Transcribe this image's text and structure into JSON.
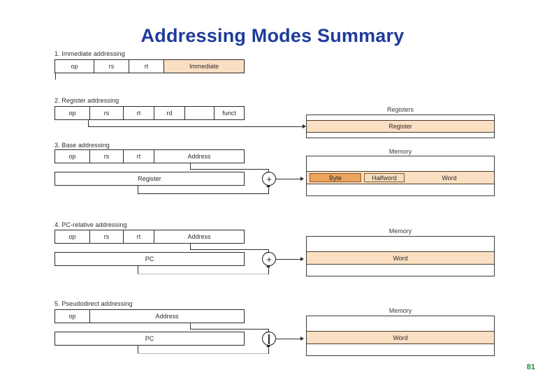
{
  "slide": {
    "title": "Addressing Modes Summary",
    "page_number": "81",
    "title_color": "#1F3C9B",
    "page_number_color": "#1E8E3E",
    "accent_peach": "#FBDFC3",
    "accent_orange": "#EDA45C"
  },
  "modes": [
    {
      "label": "1. Immediate addressing",
      "fields": [
        "op",
        "rs",
        "rt",
        "Immediate"
      ],
      "highlight_field": "Immediate",
      "second_row": null,
      "operator": null,
      "target": null
    },
    {
      "label": "2. Register addressing",
      "fields": [
        "op",
        "rs",
        "rt",
        "rd",
        "",
        "funct"
      ],
      "highlight_field": null,
      "second_row": null,
      "operator": null,
      "target": {
        "title": "Registers",
        "row_label": "Register",
        "chunks": []
      }
    },
    {
      "label": "3. Base addressing",
      "fields": [
        "op",
        "rs",
        "rt",
        "Address"
      ],
      "highlight_field": null,
      "second_row": "Register",
      "operator": "+",
      "target": {
        "title": "Memory",
        "row_label": "Word",
        "chunks": [
          "Byte",
          "Halfword"
        ]
      }
    },
    {
      "label": "4. PC-relative addressing",
      "fields": [
        "op",
        "rs",
        "rt",
        "Address"
      ],
      "highlight_field": null,
      "second_row": "PC",
      "operator": "+",
      "target": {
        "title": "Memory",
        "row_label": "Word",
        "chunks": []
      }
    },
    {
      "label": "5. Pseudodirect addressing",
      "fields": [
        "op",
        "Address"
      ],
      "highlight_field": null,
      "second_row": "PC",
      "operator": "|",
      "target": {
        "title": "Memory",
        "row_label": "Word",
        "chunks": []
      }
    }
  ]
}
